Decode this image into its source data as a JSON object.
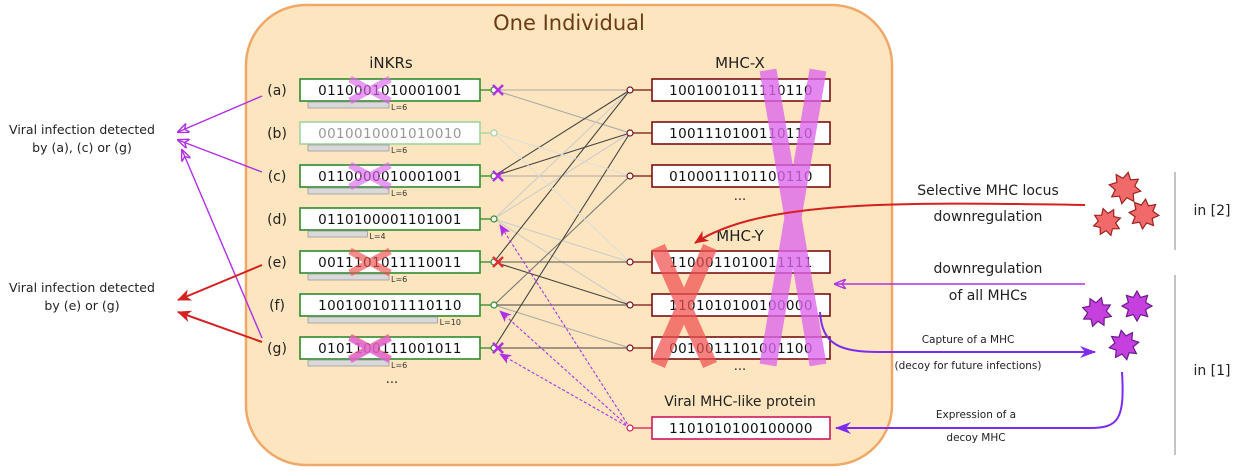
{
  "individual": {
    "title": "One Individual"
  },
  "inkr": {
    "header": "iNKRs",
    "rows": [
      {
        "label": "(a)",
        "bits": "0110001010001001",
        "length": "L=6"
      },
      {
        "label": "(b)",
        "bits": "0010010001010010",
        "length": "L=6"
      },
      {
        "label": "(c)",
        "bits": "0110000010001001",
        "length": "L=6"
      },
      {
        "label": "(d)",
        "bits": "0110100001101001",
        "length": "L=4"
      },
      {
        "label": "(e)",
        "bits": "0011101011110011",
        "length": "L=6"
      },
      {
        "label": "(f)",
        "bits": "1001001011110110",
        "length": "L=10"
      },
      {
        "label": "(g)",
        "bits": "0101100111001011",
        "length": "L=6"
      }
    ],
    "ellipsis": "..."
  },
  "mhc_x": {
    "header": "MHC-X",
    "rows": [
      "1001001011110110",
      "1001110100110110",
      "0100011101100110"
    ],
    "ellipsis": "..."
  },
  "mhc_y": {
    "header": "MHC-Y",
    "rows": [
      "1100011010011111",
      "1101010100100000",
      "0010011101001100"
    ],
    "ellipsis": "..."
  },
  "viral": {
    "header": "Viral MHC-like protein",
    "bits": "1101010100100000"
  },
  "left": {
    "detect1_line1": "Viral infection detected",
    "detect1_line2": "by (a), (c) or (g)",
    "detect2_line1": "Viral infection detected",
    "detect2_line2": "by (e) or (g)"
  },
  "right": {
    "selective_line1": "Selective MHC locus",
    "selective_line2": "downregulation",
    "all_line1": "downregulation",
    "all_line2": "of all MHCs",
    "capture_line1": "Capture of a MHC",
    "capture_line2": "(decoy for future infections)",
    "expression_line1": "Expression of a",
    "expression_line2": "decoy MHC",
    "ref2": "in [2]",
    "ref1": "in [1]"
  },
  "colors": {
    "panel_fill": "#fde6bf",
    "panel_stroke": "#f0a868",
    "inkr_box": "#2e8b2e",
    "mhc_box": "#7a1010",
    "viral_box": "#cc1a5c",
    "purple": "#b030e8",
    "red": "#e03030",
    "cross_purple": "#dd66ee",
    "cross_red": "#f05050",
    "virus_red": "#f06a6a",
    "virus_purple": "#c640e0"
  }
}
